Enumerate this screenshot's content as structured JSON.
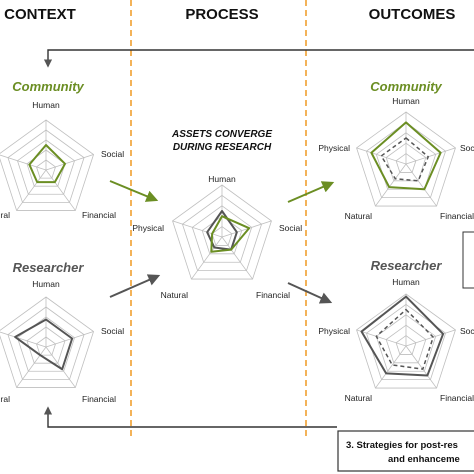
{
  "headers": {
    "context": "CONTEXT",
    "process": "PROCESS",
    "outcomes": "OUTCOMES"
  },
  "groups": {
    "community": "Community",
    "researcher": "Researcher"
  },
  "axis_labels": [
    "Human",
    "Social",
    "Financial",
    "Natural",
    "Physical"
  ],
  "process_note": [
    "ASSETS CONVERGE",
    "DURING RESEARCH"
  ],
  "strategy_box": [
    "3. Strategies for post-res",
    "and enhanceme"
  ],
  "colors": {
    "community": "#6b8e23",
    "researcher": "#555555",
    "divider": "#f0a030",
    "grid": "#bfbfbf"
  },
  "chart_data": [
    {
      "type": "radar",
      "panel": "Context",
      "title": "Community",
      "axes": [
        "Human",
        "Social",
        "Financial",
        "Natural",
        "Physical"
      ],
      "rings": 5,
      "series": [
        {
          "color": "#6b8e23",
          "style": "solid",
          "values": [
            0.5,
            0.4,
            0.3,
            0.3,
            0.35
          ]
        }
      ]
    },
    {
      "type": "radar",
      "panel": "Context",
      "title": "Researcher",
      "axes": [
        "Human",
        "Social",
        "Financial",
        "Natural",
        "Physical"
      ],
      "rings": 5,
      "series": [
        {
          "color": "#555555",
          "style": "solid",
          "values": [
            0.55,
            0.55,
            0.55,
            0.2,
            0.65
          ]
        }
      ]
    },
    {
      "type": "radar",
      "panel": "Process",
      "title": "",
      "axes": [
        "Human",
        "Social",
        "Financial",
        "Natural",
        "Physical"
      ],
      "rings": 5,
      "series": [
        {
          "color": "#555555",
          "style": "solid",
          "values": [
            0.5,
            0.3,
            0.3,
            0.25,
            0.3
          ]
        },
        {
          "color": "#6b8e23",
          "style": "solid",
          "values": [
            0.4,
            0.55,
            0.3,
            0.35,
            0.2
          ]
        }
      ]
    },
    {
      "type": "radar",
      "panel": "Outcomes",
      "title": "Community",
      "axes": [
        "Human",
        "Social",
        "Financial",
        "Natural",
        "Physical"
      ],
      "rings": 5,
      "series": [
        {
          "color": "#6b8e23",
          "style": "solid",
          "values": [
            0.8,
            0.7,
            0.6,
            0.55,
            0.7
          ]
        },
        {
          "color": "#555555",
          "style": "dashed",
          "values": [
            0.5,
            0.45,
            0.4,
            0.35,
            0.5
          ]
        }
      ]
    },
    {
      "type": "radar",
      "panel": "Outcomes",
      "title": "Researcher",
      "axes": [
        "Human",
        "Social",
        "Financial",
        "Natural",
        "Physical"
      ],
      "rings": 5,
      "series": [
        {
          "color": "#555555",
          "style": "solid",
          "values": [
            0.95,
            0.75,
            0.7,
            0.65,
            0.9
          ]
        },
        {
          "color": "#555555",
          "style": "dashed",
          "values": [
            0.7,
            0.55,
            0.55,
            0.45,
            0.6
          ]
        }
      ]
    }
  ]
}
